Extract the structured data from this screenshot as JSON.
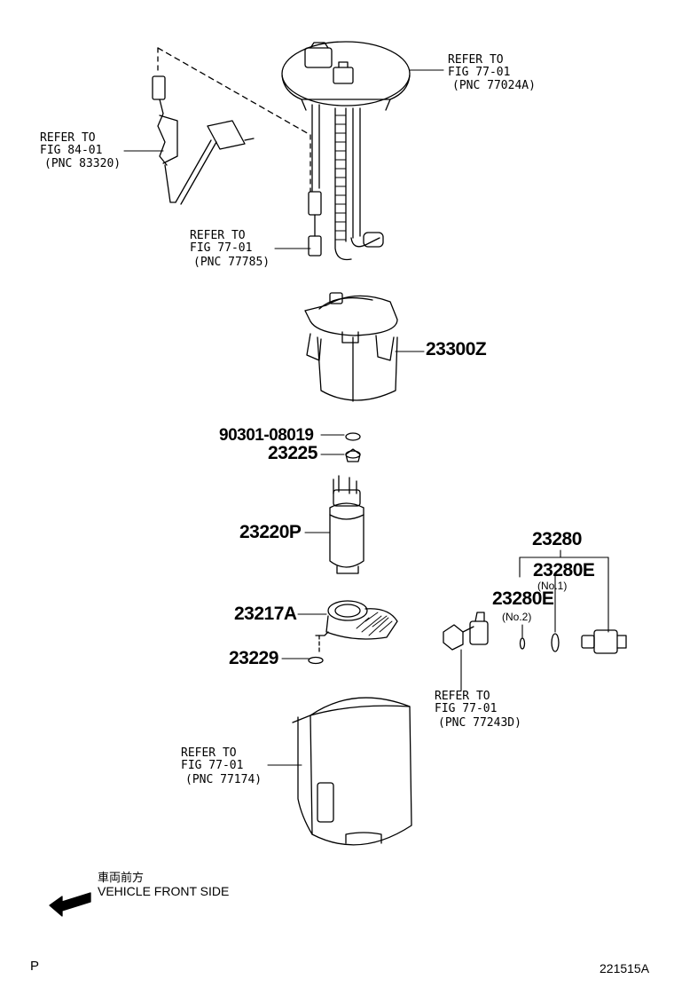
{
  "refs": {
    "r77024a": {
      "l1": "REFER TO",
      "l2": "FIG 77-01",
      "l3": "(PNC 77024A)"
    },
    "r83320": {
      "l1": "REFER TO",
      "l2": "FIG 84-01",
      "l3": "(PNC 83320)"
    },
    "r77785": {
      "l1": "REFER TO",
      "l2": "FIG 77-01",
      "l3": "(PNC 77785)"
    },
    "r77243d": {
      "l1": "REFER TO",
      "l2": "FIG 77-01",
      "l3": "(PNC 77243D)"
    },
    "r77174": {
      "l1": "REFER TO",
      "l2": "FIG 77-01",
      "l3": "(PNC 77174)"
    }
  },
  "parts": {
    "p23300z": "23300Z",
    "p90301": "90301-08019",
    "p23225": "23225",
    "p23220p": "23220P",
    "p23217a": "23217A",
    "p23229": "23229",
    "p23280": "23280",
    "p23280e_no1": "23280E",
    "no1": "(No.1)",
    "p23280e_no2": "23280E",
    "no2": "(No.2)"
  },
  "footer": {
    "jp_front": "車両前方",
    "front": "VEHICLE FRONT SIDE",
    "corner": "P",
    "code": "221515A"
  }
}
